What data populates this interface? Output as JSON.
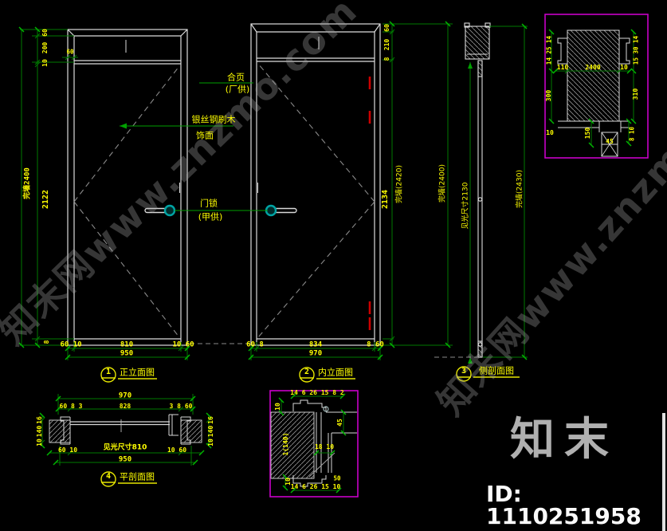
{
  "colors": {
    "dim_line": "#007a00",
    "dim_text": "#ffff00",
    "detail_box": "#c800c8",
    "hinge_mark": "#cc0000",
    "handle": "#00a3a3",
    "drawing_line": "#dcdcdc"
  },
  "watermarks": {
    "diag": "知末网www.znzmo.com",
    "logo": "知末",
    "image_id": "ID: 1110251958"
  },
  "annotations": {
    "hinge_l1": "合页",
    "hinge_l2": "(厂供)",
    "veneer_l1": "银丝钢刷木",
    "veneer_l2": "饰面",
    "lock_l1": "门锁",
    "lock_l2": "(甲供)"
  },
  "front": {
    "num": "1",
    "title": "正立面图",
    "frame_w": "60",
    "v": [
      "60",
      "200",
      "10",
      "2122",
      "8"
    ],
    "overall": "完墙2400",
    "b1": [
      "60 10",
      "810",
      "10 60"
    ],
    "b2": "950"
  },
  "inner": {
    "num": "2",
    "title": "内立面图",
    "v": [
      "60",
      "210",
      "8",
      "2134"
    ],
    "wall1": "完墙(2420)",
    "wall2": "完墙(2400)",
    "b1": [
      "60 8",
      "834",
      "8 60"
    ],
    "b2": "970"
  },
  "side": {
    "num": "3",
    "title": "侧剖面图",
    "clear": "见光尺寸2130",
    "wall": "完墙(2430)"
  },
  "plan": {
    "num": "4",
    "title": "平剖面图",
    "t1": "970",
    "t2": [
      "60 8 3",
      "828",
      "3 8 60"
    ],
    "clear": "见光尺寸810",
    "b1": [
      "60 10",
      "10 60"
    ],
    "b2": "950",
    "lv": [
      "16",
      "140",
      "10"
    ],
    "rv": [
      "16",
      "140",
      "10"
    ]
  },
  "head_detail": {
    "top_left": "14 25 14",
    "left_mid": "300",
    "h": [
      "110",
      "2400",
      "10"
    ],
    "top_right": "15 30 14",
    "right_mid": "310",
    "d150": "150",
    "d45": "45",
    "d8_10": "8 10",
    "d10": "10"
  },
  "jamb_detail": {
    "top": "14 6 26 15 8 2",
    "bottom": "14 6 26 15 10",
    "wall": "1(140)",
    "d10a": "10",
    "d45": "45",
    "d18_10": "18 10",
    "d10b": "10",
    "d50": "50"
  }
}
